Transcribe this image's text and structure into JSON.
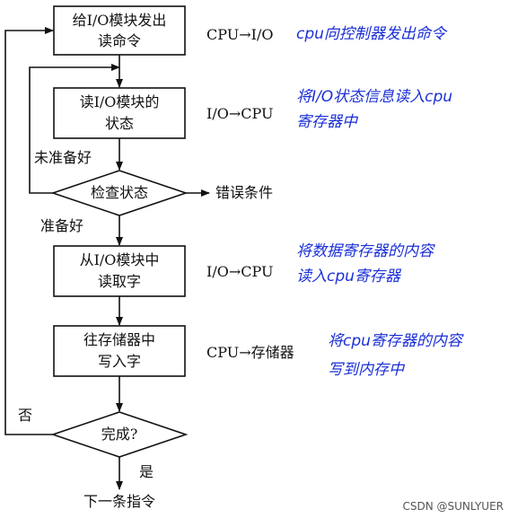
{
  "flow": {
    "box1": [
      "给I/O模块发出",
      "读命令"
    ],
    "box2": [
      "读I/O模块的",
      "状态"
    ],
    "diamond1": "检查状态",
    "box3": [
      "从I/O模块中",
      "读取字"
    ],
    "box4": [
      "往存储器中",
      "写入字"
    ],
    "diamond2": "完成?",
    "end": "下一条指令",
    "not_ready": "未准备好",
    "ready": "准备好",
    "error": "错误条件",
    "no": "否",
    "yes": "是"
  },
  "side_labels": {
    "s1": "CPU→I/O",
    "s2": "I/O→CPU",
    "s3": "I/O→CPU",
    "s4": "CPU→存储器"
  },
  "notes": {
    "n1": "cpu向控制器发出命令",
    "n2": [
      "将I/O状态信息读入cpu",
      "寄存器中"
    ],
    "n3": [
      "将数据寄存器的内容",
      "读入cpu寄存器"
    ],
    "n4": [
      "将cpu寄存器的内容",
      "写到内存中"
    ]
  },
  "watermark": "CSDN @SUNLYUER"
}
